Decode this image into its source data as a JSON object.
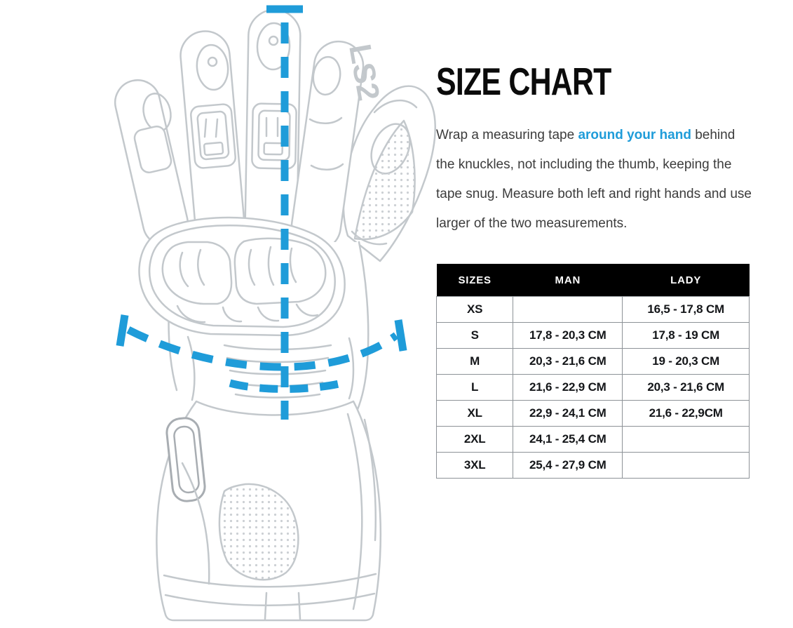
{
  "header": {
    "title": "SIZE CHART"
  },
  "intro": {
    "pre": "Wrap a measuring tape ",
    "highlight": "around your hand",
    "post": " behind the knuckles, not including the thumb, keeping the tape snug. Measure both left and right hands and use larger of the two measurements."
  },
  "illustration": {
    "name": "glove-measurement-diagram",
    "brand": "LS2",
    "vertical_line": "hand-length-measure-line",
    "horizontal_line": "knuckle-circumference-measure-line"
  },
  "size_table": {
    "columns": [
      "SIZES",
      "MAN",
      "LADY"
    ],
    "rows": [
      {
        "size": "XS",
        "man": "",
        "lady": "16,5 - 17,8 CM"
      },
      {
        "size": "S",
        "man": "17,8 - 20,3 CM",
        "lady": "17,8 - 19 CM"
      },
      {
        "size": "M",
        "man": "20,3 - 21,6 CM",
        "lady": "19 - 20,3 CM"
      },
      {
        "size": "L",
        "man": "21,6 - 22,9 CM",
        "lady": "20,3 - 21,6 CM"
      },
      {
        "size": "XL",
        "man": "22,9 - 24,1 CM",
        "lady": "21,6 - 22,9CM"
      },
      {
        "size": "2XL",
        "man": "24,1 - 25,4 CM",
        "lady": ""
      },
      {
        "size": "3XL",
        "man": "25,4 - 27,9 CM",
        "lady": ""
      }
    ]
  },
  "colors": {
    "accent_blue": "#1f9cd9",
    "table_header_bg": "#000000",
    "table_header_text": "#ffffff",
    "body_text": "#3c3c3c",
    "glove_outline": "#c3c8cc"
  }
}
